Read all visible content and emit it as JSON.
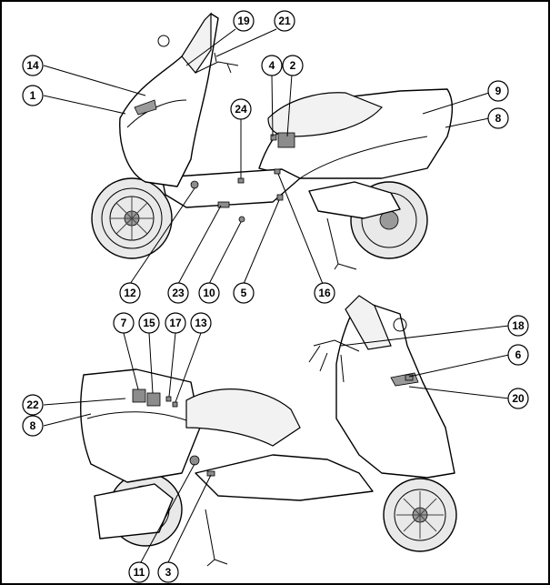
{
  "callouts_top": [
    "1",
    "14",
    "19",
    "21",
    "4",
    "2",
    "9",
    "8",
    "24",
    "12",
    "23",
    "10",
    "5",
    "16"
  ],
  "callouts_bottom": [
    "7",
    "15",
    "17",
    "13",
    "18",
    "6",
    "22",
    "8",
    "20",
    "11",
    "3"
  ],
  "colors": {
    "line": "#000000",
    "background": "#ffffff",
    "shade": "#9a9a9a",
    "panel": "#f2f2f2"
  }
}
